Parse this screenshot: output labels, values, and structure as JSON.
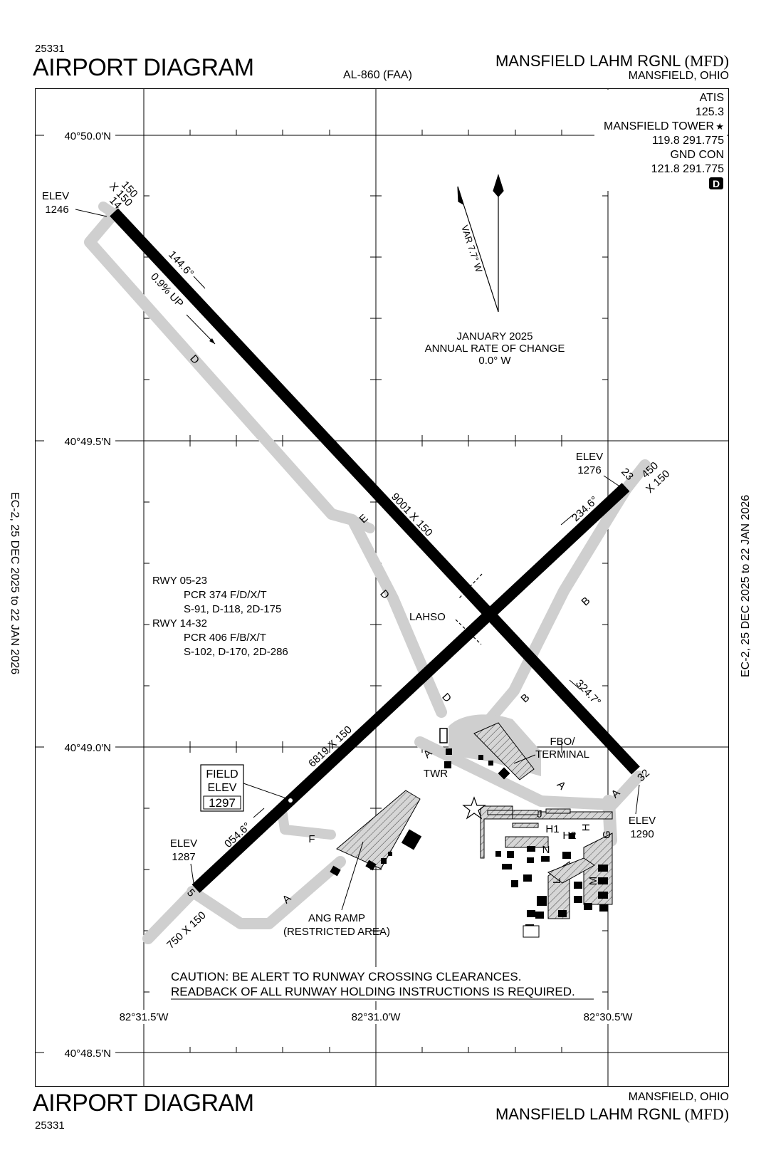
{
  "header": {
    "procedure_number": "25331",
    "title": "AIRPORT DIAGRAM",
    "chart_id": "AL-860 (FAA)",
    "airport_name": "MANSFIELD LAHM RGNL",
    "airport_ident": "(MFD)",
    "city_state": "MANSFIELD, OHIO"
  },
  "footer": {
    "procedure_number": "25331",
    "title": "AIRPORT DIAGRAM",
    "airport_name": "MANSFIELD LAHM RGNL",
    "airport_ident": "(MFD)",
    "city_state": "MANSFIELD, OHIO"
  },
  "side_margin": {
    "left": "EC-2,  25 DEC 2025  to  22 JAN 2026",
    "right": "EC-2,  25 DEC 2025  to  22 JAN 2026"
  },
  "frequencies": {
    "atis_label": "ATIS",
    "atis_freq": "125.3",
    "tower_label": "MANSFIELD TOWER",
    "tower_star": "★",
    "tower_freq": "119.8  291.775",
    "gnd_label": "GND CON",
    "gnd_freq": "121.8  291.775",
    "badge": "D"
  },
  "grid": {
    "lat_labels": [
      "40°50.0′N",
      "40°49.5′N",
      "40°49.0′N",
      "40°48.5′N"
    ],
    "lon_labels": [
      "82°31.5′W",
      "82°31.0′W",
      "82°30.5′W"
    ]
  },
  "magnetic": {
    "variation": "VAR 7.7° W",
    "rate_line1": "JANUARY 2025",
    "rate_line2": "ANNUAL RATE OF CHANGE",
    "rate_line3": "0.0° W"
  },
  "runway_14_32": {
    "end_14_number": "14",
    "end_14_dims_a": "150",
    "end_14_dims_b": "X 150",
    "elev_14_label": "ELEV",
    "elev_14": "1246",
    "heading_144": "144.6°",
    "gradient": "0.9% UP",
    "dimensions": "9001 X 150",
    "end_32_number": "32",
    "elev_32_label": "ELEV",
    "elev_32": "1290",
    "heading_324": "324.7°"
  },
  "runway_05_23": {
    "end_23_number": "23",
    "end_23_dims_a": "450",
    "end_23_dims_b": "X 150",
    "elev_23_label": "ELEV",
    "elev_23": "1276",
    "heading_234": "234.6°",
    "dimensions": "6819 X 150",
    "end_5_number": "5",
    "end_5_dims": "750 X 150",
    "elev_5_label": "ELEV",
    "elev_5": "1287",
    "heading_054": "054.6°"
  },
  "field_elev": {
    "line1": "FIELD",
    "line2": "ELEV",
    "value": "1297"
  },
  "pcr": {
    "rwy1_title": "RWY 05-23",
    "rwy1_line1": "PCR 374 F/D/X/T",
    "rwy1_line2": "S-91, D-118, 2D-175",
    "rwy2_title": "RWY 14-32",
    "rwy2_line1": "PCR 406 F/B/X/T",
    "rwy2_line2": "S-102, D-170, 2D-286"
  },
  "labels": {
    "lahso": "LAHSO",
    "fbo_line1": "FBO/",
    "fbo_line2": "TERMINAL",
    "twr": "TWR",
    "ang_line1": "ANG RAMP",
    "ang_line2": "(RESTRICTED AREA)"
  },
  "taxiways": {
    "d1": "D",
    "d2": "D",
    "d3": "D",
    "e": "E",
    "b1": "B",
    "b2": "B",
    "a1": "A",
    "a2": "A",
    "a3": "A",
    "a4": "A",
    "f": "F",
    "g": "G",
    "h": "H",
    "h1": "H1",
    "h2": "H2",
    "j": "J",
    "l": "L",
    "m": "M",
    "n": "N"
  },
  "caution": {
    "line1": "CAUTION:  BE ALERT TO RUNWAY CROSSING CLEARANCES.",
    "line2": "READBACK OF ALL RUNWAY HOLDING INSTRUCTIONS IS REQUIRED."
  }
}
